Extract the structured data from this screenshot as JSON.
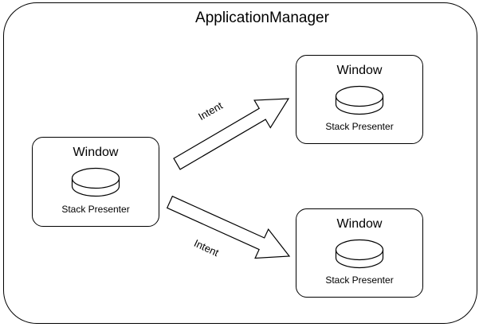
{
  "diagram": {
    "container": {
      "label": "ApplicationManager"
    },
    "nodes": [
      {
        "id": "window-left",
        "label": "Window",
        "sublabel": "Stack Presenter",
        "icon": "cylinder"
      },
      {
        "id": "window-top-right",
        "label": "Window",
        "sublabel": "Stack Presenter",
        "icon": "cylinder"
      },
      {
        "id": "window-bottom-right",
        "label": "Window",
        "sublabel": "Stack Presenter",
        "icon": "cylinder"
      }
    ],
    "edges": [
      {
        "id": "edge-top",
        "label": "Intent",
        "from": "window-left",
        "to": "window-top-right"
      },
      {
        "id": "edge-bottom",
        "label": "Intent",
        "from": "window-left",
        "to": "window-bottom-right"
      }
    ],
    "colors": {
      "stroke": "#000000",
      "fill": "#ffffff",
      "text": "#000000"
    }
  }
}
